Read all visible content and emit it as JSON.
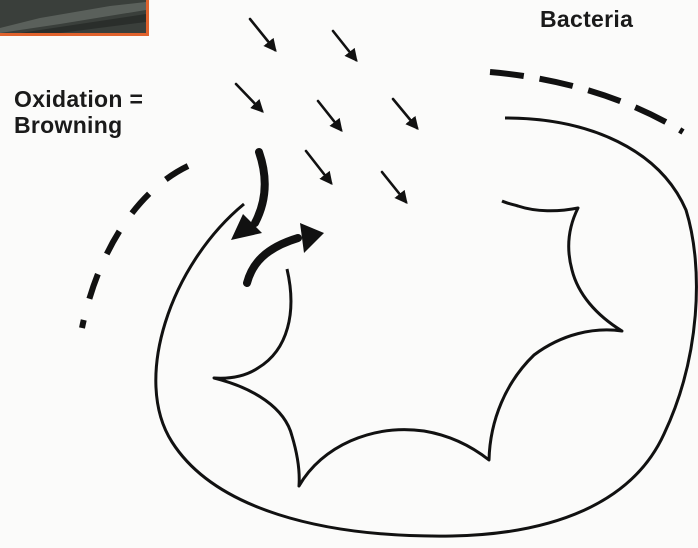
{
  "labels": {
    "bacteria": "Bacteria",
    "oxidation_line1": "Oxidation =",
    "oxidation_line2": "Browning"
  },
  "colors": {
    "ink": "#111111",
    "background": "#fbfbfa",
    "corner_photo_edge": "#e0622d"
  }
}
